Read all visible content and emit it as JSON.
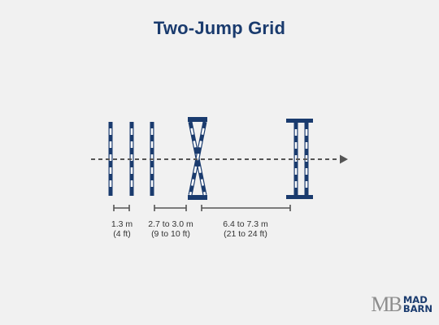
{
  "title": "Two-Jump Grid",
  "measurements": [
    {
      "metric": "1.3 m",
      "imperial": "(4 ft)"
    },
    {
      "metric": "2.7 to 3.0 m",
      "imperial": "(9 to 10 ft)"
    },
    {
      "metric": "6.4 to 7.3 m",
      "imperial": "(21 to 24 ft)"
    }
  ],
  "logo": {
    "mark": "MB",
    "word_top": "MAD",
    "word_bottom": "BARN"
  },
  "colors": {
    "navy": "#1a3b6e",
    "stripe": "#ffffff",
    "text": "#333333",
    "line": "#555555",
    "background": "#f1f1f1"
  }
}
